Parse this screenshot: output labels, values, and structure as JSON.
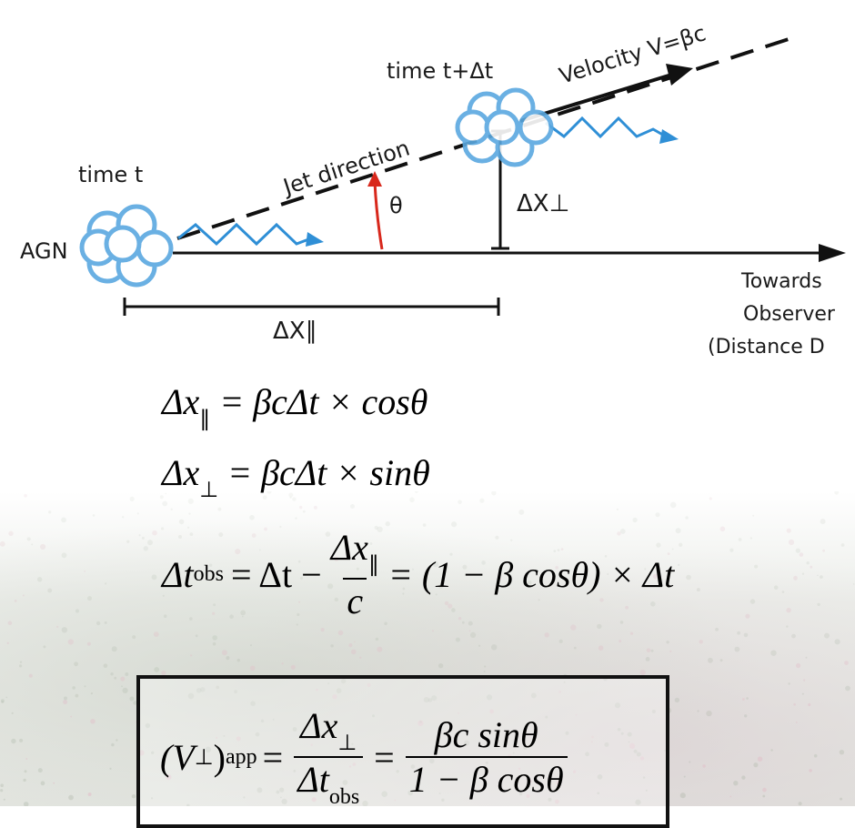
{
  "labels": {
    "time_t": "time t",
    "time_t_dt": "time t+Δt",
    "velocity": "Velocity V=βc",
    "jet_direction": "Jet direction",
    "theta": "θ",
    "agn": "AGN",
    "dx_perp": "ΔX⊥",
    "dx_par": "ΔX∥",
    "towards": "Towards",
    "observer": "Observer",
    "distance": "(Distance D"
  },
  "equations": {
    "eq1": {
      "lhs": "Δx",
      "lhs_sub": "∥",
      "rhs": "= βcΔt × cosθ"
    },
    "eq2": {
      "lhs": "Δx",
      "lhs_sub": "⊥",
      "rhs": "= βcΔt × sinθ"
    },
    "eq3": {
      "lhs": "Δt",
      "lhs_sub": "obs",
      "mid": "= Δt −",
      "frac_num": "Δx",
      "frac_num_sub": "∥",
      "frac_den": "c",
      "rhs": "= (1 − β cosθ) × Δt"
    },
    "boxed": {
      "lhs": "(V",
      "lhs_sub": "⊥",
      "lhs_close": ")",
      "lhs_sub2": "app",
      "frac1_num": "Δx",
      "frac1_num_sub": "⊥",
      "frac1_den": "Δt",
      "frac1_den_sub": "obs",
      "frac2_num": "βc sinθ",
      "frac2_den": "1 − β cosθ"
    }
  },
  "colors": {
    "blob": "#5aa8e0",
    "wave": "#2f8fd6",
    "theta_arrow": "#d8281c",
    "line": "#111111"
  },
  "icons": [
    "agn-blob-icon",
    "jet-blob-icon",
    "wave-arrow-icon",
    "theta-arrow-icon"
  ]
}
